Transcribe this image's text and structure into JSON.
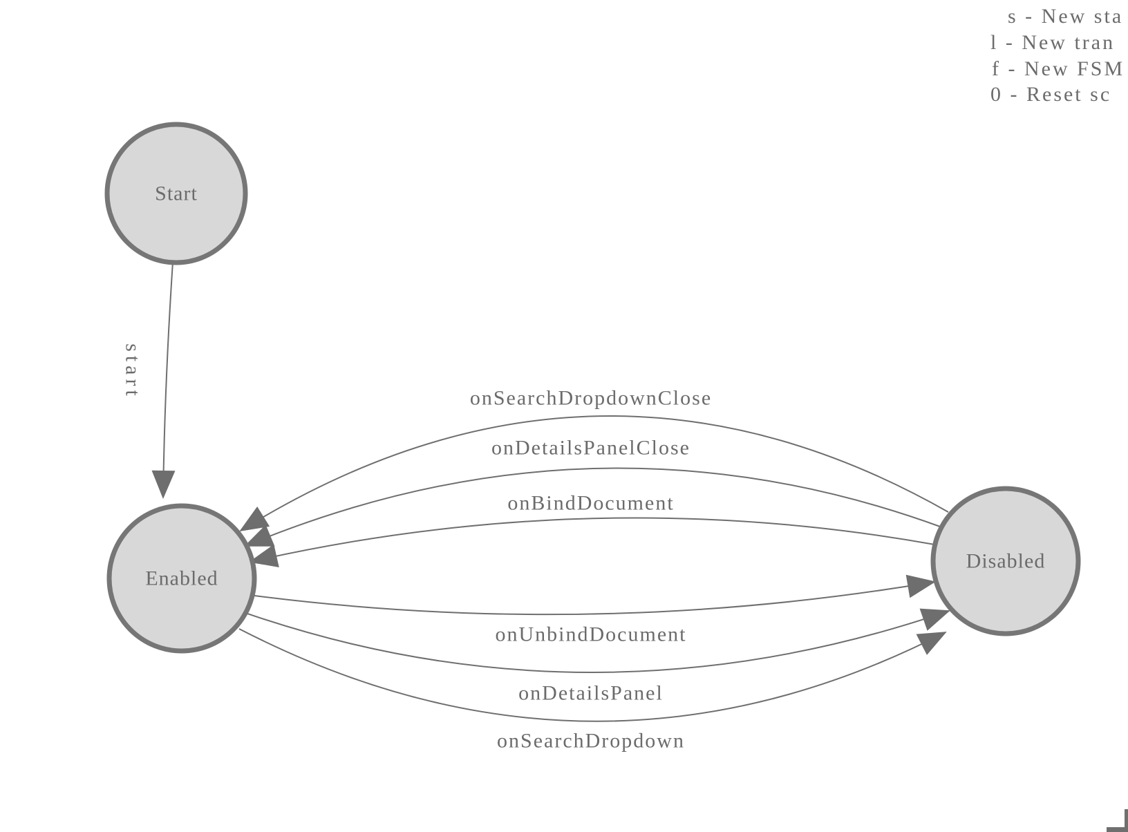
{
  "canvas": {
    "background": "#ffffff"
  },
  "legend": {
    "shortcuts": [
      "s - New sta",
      "l - New tran",
      "f - New FSM",
      "0 - Reset sc"
    ]
  },
  "fsm": {
    "states": [
      {
        "id": "start",
        "label": "Start"
      },
      {
        "id": "enabled",
        "label": "Enabled"
      },
      {
        "id": "disabled",
        "label": "Disabled"
      }
    ],
    "transitions": [
      {
        "from": "Start",
        "to": "Enabled",
        "label": "start"
      },
      {
        "from": "Disabled",
        "to": "Enabled",
        "label": "onSearchDropdownClose"
      },
      {
        "from": "Disabled",
        "to": "Enabled",
        "label": "onDetailsPanelClose"
      },
      {
        "from": "Disabled",
        "to": "Enabled",
        "label": "onBindDocument"
      },
      {
        "from": "Enabled",
        "to": "Disabled",
        "label": "onUnbindDocument"
      },
      {
        "from": "Enabled",
        "to": "Disabled",
        "label": "onDetailsPanel"
      },
      {
        "from": "Enabled",
        "to": "Disabled",
        "label": "onSearchDropdown"
      }
    ]
  },
  "icons": {
    "corner_mark": "bottom-right-corner"
  },
  "colors": {
    "node_fill": "#d8d8d8",
    "node_stroke": "#767676",
    "edge_stroke": "#6e6e6e",
    "arrow_fill": "#6e6e6e",
    "text": "#6b6b6b"
  }
}
